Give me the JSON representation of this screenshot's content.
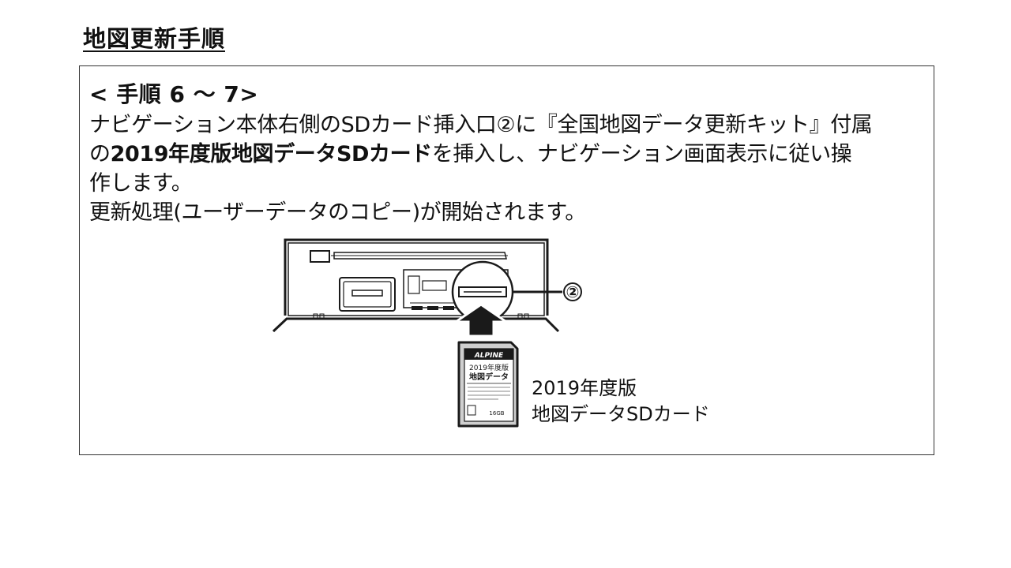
{
  "page": {
    "title": "地図更新手順"
  },
  "step": {
    "heading": "< 手順 6 ～ 7>",
    "line1": "ナビゲーション本体右側のSDカード挿入口②に『全国地図データ更新キット』付属",
    "line2_prefix": "の",
    "line2_bold": "2019年度版地図データSDカード",
    "line2_suffix": "を挿入し、ナビゲーション画面表示に従い操",
    "line3": "作します。",
    "line4": "更新処理(ユーザーデータのコピー)が開始されます。"
  },
  "illustration": {
    "callout_label": "②",
    "sd_card": {
      "brand": "ALPINE",
      "label_line1": "2019年度版",
      "label_line2": "地図データ",
      "capacity": "16GB"
    },
    "caption_line1": "2019年度版",
    "caption_line2": "地図データSDカード"
  },
  "colors": {
    "text": "#111111",
    "border": "#333333",
    "drawing": "#1a1a1a",
    "card_shade": "#cfcfcf"
  }
}
